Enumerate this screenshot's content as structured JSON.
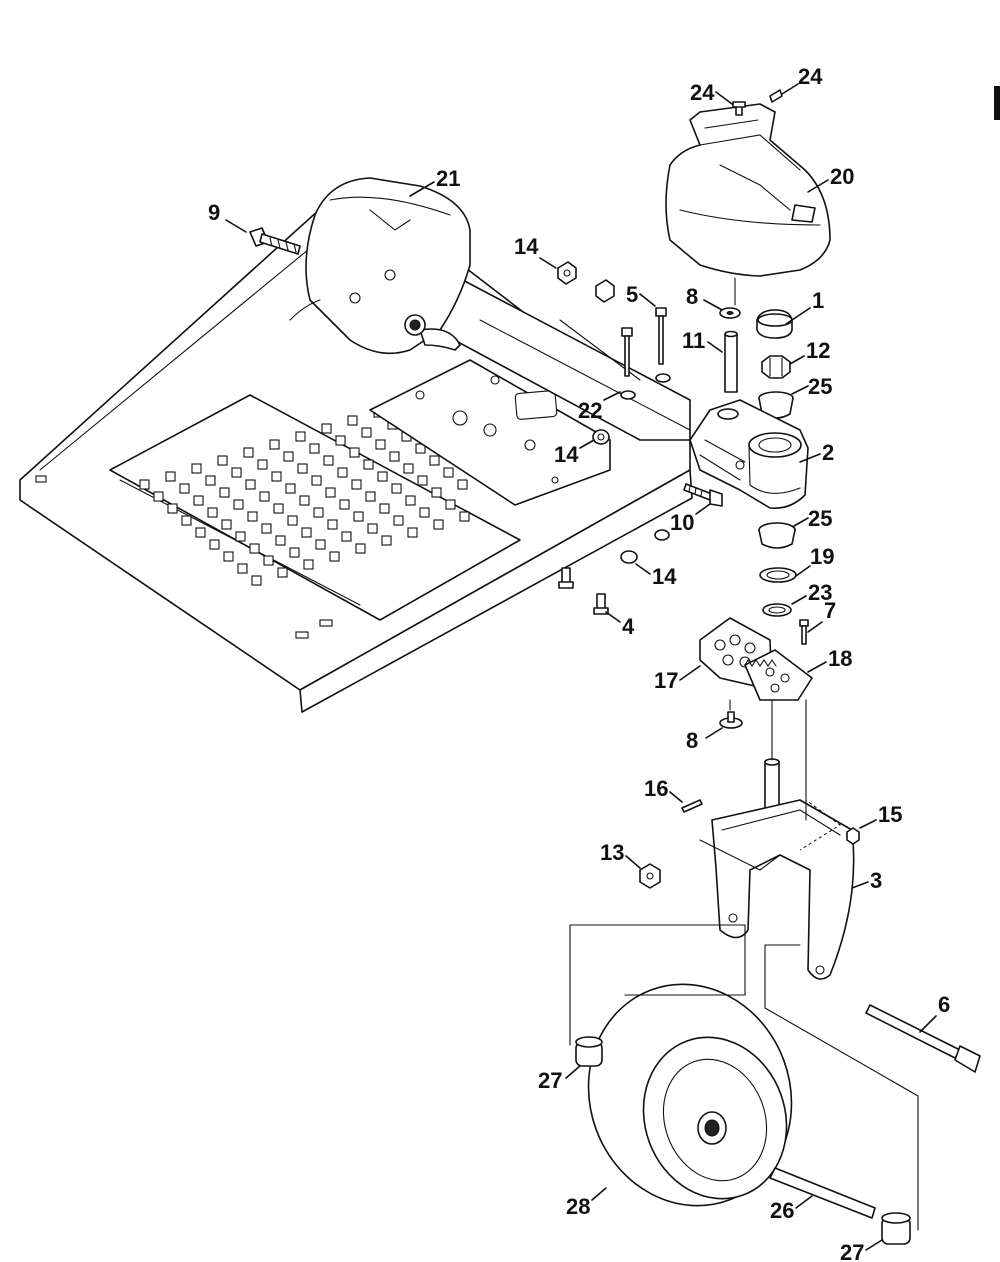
{
  "callouts": [
    {
      "label": "1"
    },
    {
      "label": "2"
    },
    {
      "label": "3"
    },
    {
      "label": "4"
    },
    {
      "label": "5"
    },
    {
      "label": "6"
    },
    {
      "label": "7"
    },
    {
      "label": "8"
    },
    {
      "label": "8"
    },
    {
      "label": "9"
    },
    {
      "label": "10"
    },
    {
      "label": "11"
    },
    {
      "label": "12"
    },
    {
      "label": "13"
    },
    {
      "label": "14"
    },
    {
      "label": "14"
    },
    {
      "label": "14"
    },
    {
      "label": "15"
    },
    {
      "label": "16"
    },
    {
      "label": "17"
    },
    {
      "label": "18"
    },
    {
      "label": "19"
    },
    {
      "label": "20"
    },
    {
      "label": "21"
    },
    {
      "label": "22"
    },
    {
      "label": "23"
    },
    {
      "label": "24"
    },
    {
      "label": "24"
    },
    {
      "label": "25"
    },
    {
      "label": "25"
    },
    {
      "label": "26"
    },
    {
      "label": "27"
    },
    {
      "label": "27"
    },
    {
      "label": "28"
    }
  ],
  "colors": {
    "ink": "#111111",
    "paper": "#ffffff"
  }
}
